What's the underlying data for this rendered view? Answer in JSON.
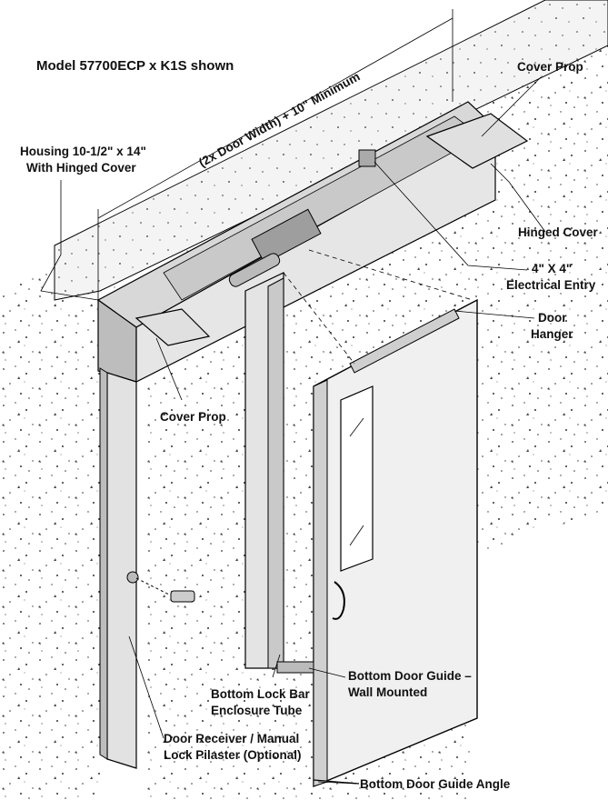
{
  "title": "Model 57700ECP x K1S shown",
  "dimension": "(2x Door Width) + 10\" Minimum",
  "callouts": {
    "housing_line1": "Housing 10-1/2\" x 14\"",
    "housing_line2": "With Hinged Cover",
    "cover_prop_top": "Cover Prop",
    "hinged_cover": "Hinged Cover",
    "electrical_line1": "4\" X 4\"",
    "electrical_line2": "Electrical Entry",
    "door_hanger_line1": "Door",
    "door_hanger_line2": "Hanger",
    "cover_prop_left": "Cover Prop",
    "lock_tube_line1": "Bottom Lock Bar",
    "lock_tube_line2": "Enclosure Tube",
    "guide_wall_line1": "Bottom Door Guide –",
    "guide_wall_line2": "Wall Mounted",
    "receiver_line1": "Door Receiver / Manual",
    "receiver_line2": "Lock Pilaster (Optional)",
    "guide_angle": "Bottom Door Guide Angle"
  }
}
